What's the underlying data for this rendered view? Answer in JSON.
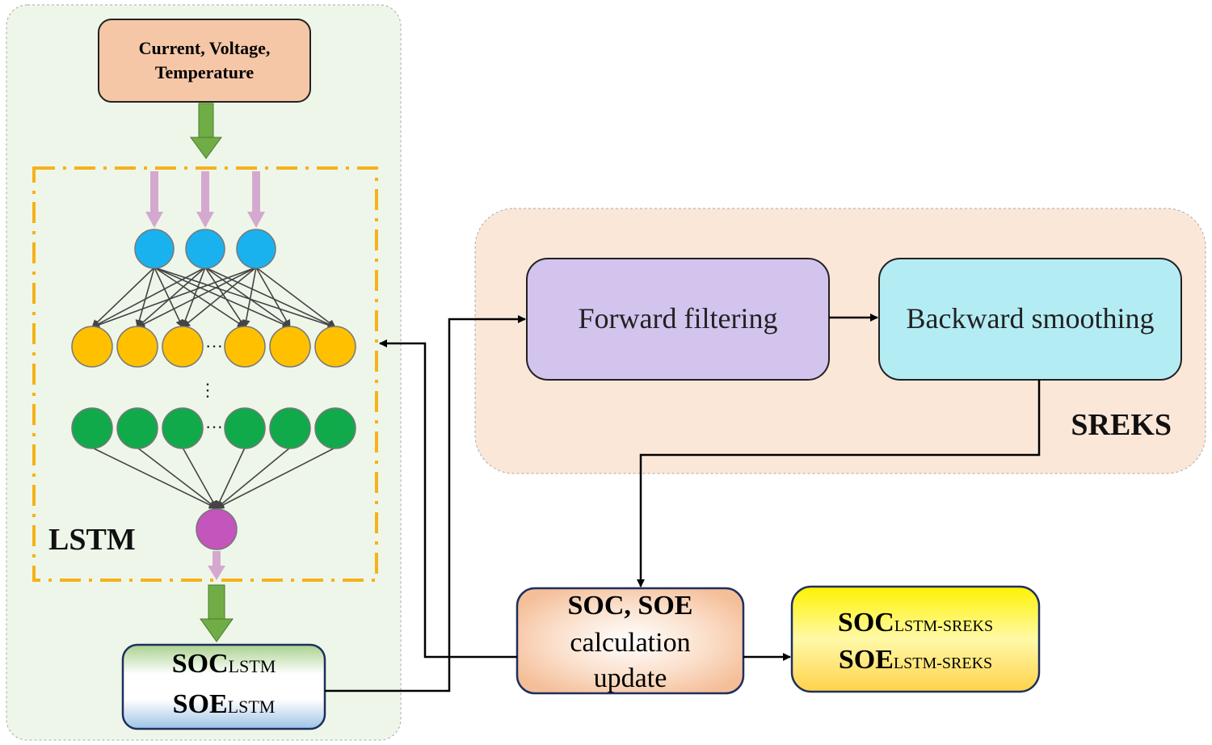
{
  "input_box": {
    "line1": "Current, Voltage,",
    "line2": "Temperature"
  },
  "lstm_label": "LSTM",
  "sreks_label": "SREKS",
  "forward_box": {
    "label": "Forward filtering"
  },
  "backward_box": {
    "label": "Backward smoothing"
  },
  "soc_lstm_box": {
    "soc_main": "SOC",
    "soc_sub": "LSTM",
    "soe_main": "SOE",
    "soe_sub": "LSTM"
  },
  "calc_box": {
    "line1": "SOC, SOE",
    "line2": "calculation",
    "line3": "update"
  },
  "result_box": {
    "soc_main": "SOC",
    "soc_sub": "LSTM-SREKS",
    "soe_main": "SOE",
    "soe_sub": "LSTM-SREKS"
  },
  "ellipsis_h": "···",
  "ellipsis_v": "⋮",
  "colors": {
    "lstm_panel": "#eef6ea",
    "sreks_panel": "#fbe7d8",
    "input_box": "#f6c7a7",
    "forward_box": "#d3c4ee",
    "backward_box": "#b4ecf4",
    "calc_box": "#f6c7a7",
    "result_box": "#fff200",
    "dash_frame": "#f6b21a",
    "input_node": "#1ab2ee",
    "hidden_node": "#ffc000",
    "deep_node": "#10aa4a",
    "output_node": "#c455bc",
    "green_arrow": "#70ad47",
    "pink_arrow": "#d5a9cf"
  }
}
